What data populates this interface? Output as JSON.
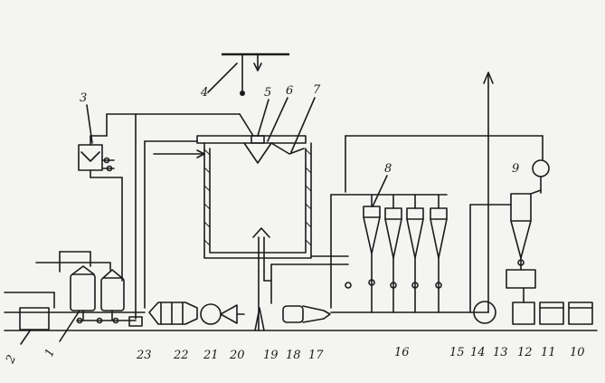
{
  "diagram": {
    "labels": [
      "1",
      "2",
      "3",
      "4",
      "5",
      "6",
      "7",
      "8",
      "9",
      "10",
      "11",
      "12",
      "13",
      "14",
      "15",
      "16",
      "17",
      "18",
      "19",
      "20",
      "21",
      "22",
      "23"
    ],
    "colors": {
      "ink": "#1b1b1b",
      "paper": "#f4f4f2"
    }
  }
}
